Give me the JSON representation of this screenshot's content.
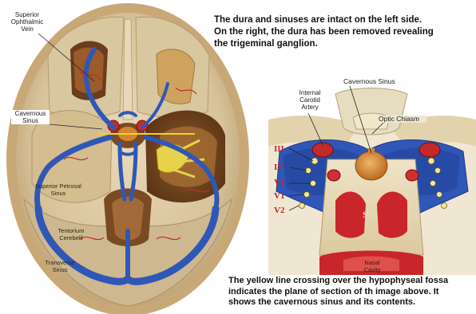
{
  "intro_text": {
    "line1": "The dura and sinuses are intact on the left side.",
    "line2": "On the right, the dura has been removed revealing",
    "line3": "the trigeminal ganglion."
  },
  "bottom_text": {
    "line1": "The yellow line crossing over the hypophyseal fossa",
    "line2": "indicates the plane of section of th image above. It",
    "line3": "shows the cavernous sinus and its contents."
  },
  "skull_labels": {
    "superior_ophthalmic_vein": [
      "Superior",
      "Ophthalmic",
      "Vein"
    ],
    "cavernous_sinus": [
      "Cavernous",
      "Sinus"
    ],
    "superior_petrosal_sinus": [
      "Superior Petrosal",
      "Sinus"
    ],
    "tentorium_cerebelli": [
      "Tentorium",
      "Cerebelli"
    ],
    "transverse_sinus": [
      "Transverse",
      "Sinus"
    ]
  },
  "section_labels": {
    "cavernous_sinus_title": "Cavernous Sinus",
    "internal_carotid_artery": [
      "Internal",
      "Carotid",
      "Artery"
    ],
    "optic_chiasm": "Optic Chiasm",
    "sphenoid_sinus": "S",
    "nasal_cavity": [
      "Nasal",
      "Cavity"
    ],
    "nerves": [
      "III",
      "IV",
      "VI",
      "V1",
      "V2"
    ]
  },
  "colors": {
    "sinus_blue": "#2f57b8",
    "dura_tan": "#cdb892",
    "ganglion_yellow": "#e8d24a",
    "plane_line_yellow": "#f2d21f",
    "artery_red": "#c42a2a",
    "pituitary_orange": "#d4842e"
  }
}
